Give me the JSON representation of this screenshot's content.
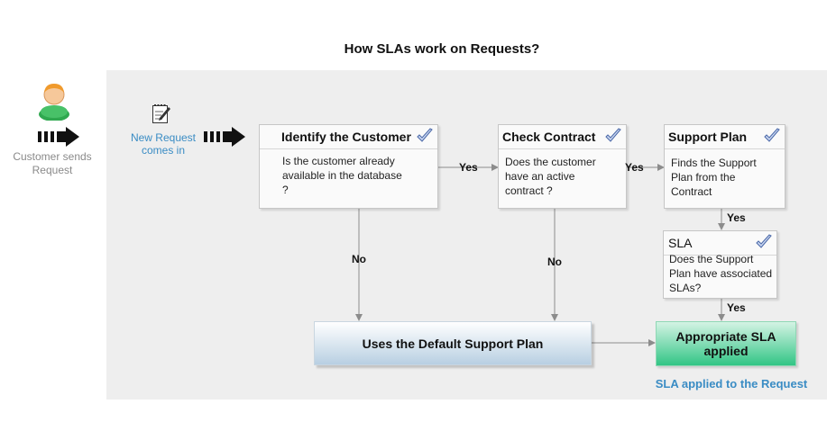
{
  "title": "How SLAs work on Requests?",
  "customer_sends": "Customer sends Request",
  "new_request": "New Request comes in",
  "nodes": {
    "identify": {
      "title": "Identify the Customer",
      "body": "Is the customer already available in the database ?"
    },
    "contract": {
      "title": "Check Contract",
      "body": "Does the customer have an active contract ?"
    },
    "support_plan": {
      "title": "Support Plan",
      "body": "Finds the Support Plan from the Contract"
    },
    "sla": {
      "title": "SLA",
      "body": "Does the Support Plan have associated SLAs?"
    },
    "default_plan": {
      "title": "Uses the Default Support Plan"
    },
    "sla_applied": {
      "title": "Appropriate SLA applied"
    }
  },
  "edge_labels": {
    "yes": "Yes",
    "no": "No"
  },
  "footer": "SLA applied to the Request",
  "colors": {
    "accent": "#3a8cc4",
    "panel": "#eeeeee",
    "default_plan_fill": "#b8cfe2",
    "sla_applied_fill": "#32c585"
  },
  "icons": [
    "person-icon",
    "notepad-icon",
    "striped-arrow-icon",
    "checkmark-icon"
  ]
}
